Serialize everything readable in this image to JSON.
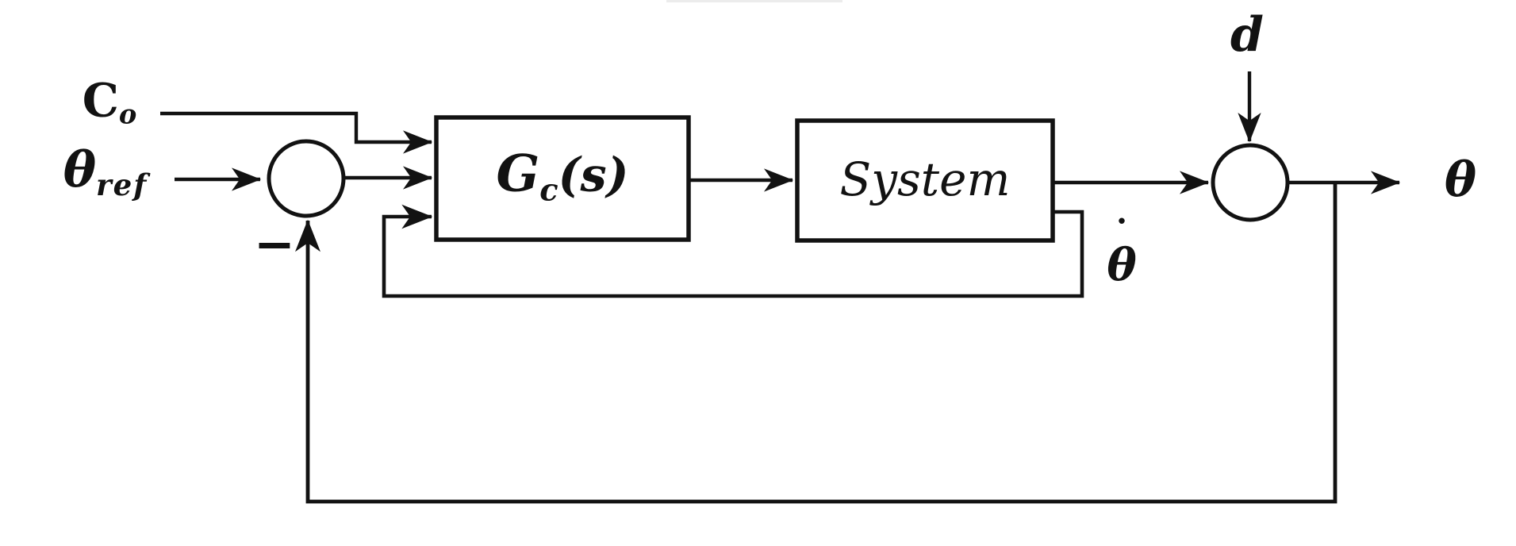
{
  "meta": {
    "description": "Feedback control system block diagram with controller Gc(s), plant System, disturbance input d and rate feedback",
    "background": "#ffffff",
    "line_color": "#121212"
  },
  "labels": {
    "c_o": {
      "base": "C",
      "sub": "o"
    },
    "theta_ref": {
      "base": "θ",
      "sub": "ref"
    },
    "controller": {
      "base": "G",
      "sub": "c",
      "args": "(s)"
    },
    "system": {
      "text": "System"
    },
    "disturbance": {
      "text": "d"
    },
    "theta_dot": {
      "dot": "˙",
      "base": "θ"
    },
    "output": {
      "text": "θ"
    },
    "minus_sign": {
      "text": "−"
    }
  },
  "connections": [
    {
      "from": "C_o",
      "to": "Gc(s)"
    },
    {
      "from": "theta_ref",
      "to": "sum1"
    },
    {
      "from": "sum1",
      "to": "Gc(s)"
    },
    {
      "from": "Gc(s)",
      "to": "System"
    },
    {
      "from": "System",
      "to": "sum2"
    },
    {
      "from": "d",
      "to": "sum2"
    },
    {
      "from": "sum2",
      "to": "theta"
    },
    {
      "from": "sum2",
      "to": "sum1",
      "sign": "−",
      "type": "main-feedback"
    },
    {
      "from": "System",
      "to": "Gc(s)",
      "label": "theta_dot",
      "type": "rate-feedback"
    }
  ]
}
